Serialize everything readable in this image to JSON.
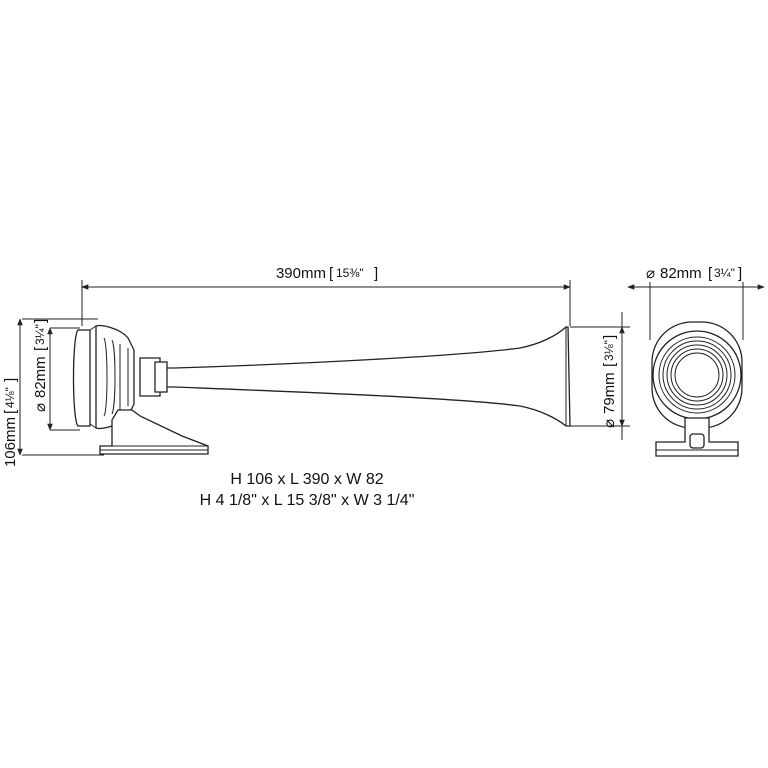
{
  "dimensions": {
    "length": {
      "metric": "390mm",
      "imperial": "15⅜\""
    },
    "height": {
      "metric": "106mm",
      "imperial": "4⅛\""
    },
    "rear_diameter": {
      "metric": "82mm",
      "imperial": "3¼\""
    },
    "bell_diameter": {
      "metric": "79mm",
      "imperial": "3⅛\""
    },
    "end_diameter": {
      "metric": "82mm",
      "imperial": "3¼\""
    },
    "diameter_symbol": "⌀"
  },
  "caption": {
    "line1": "H 106 x L 390 x W 82",
    "line2": "H 4 1/8\" x L 15 3/8\" x W 3 1/4\""
  }
}
